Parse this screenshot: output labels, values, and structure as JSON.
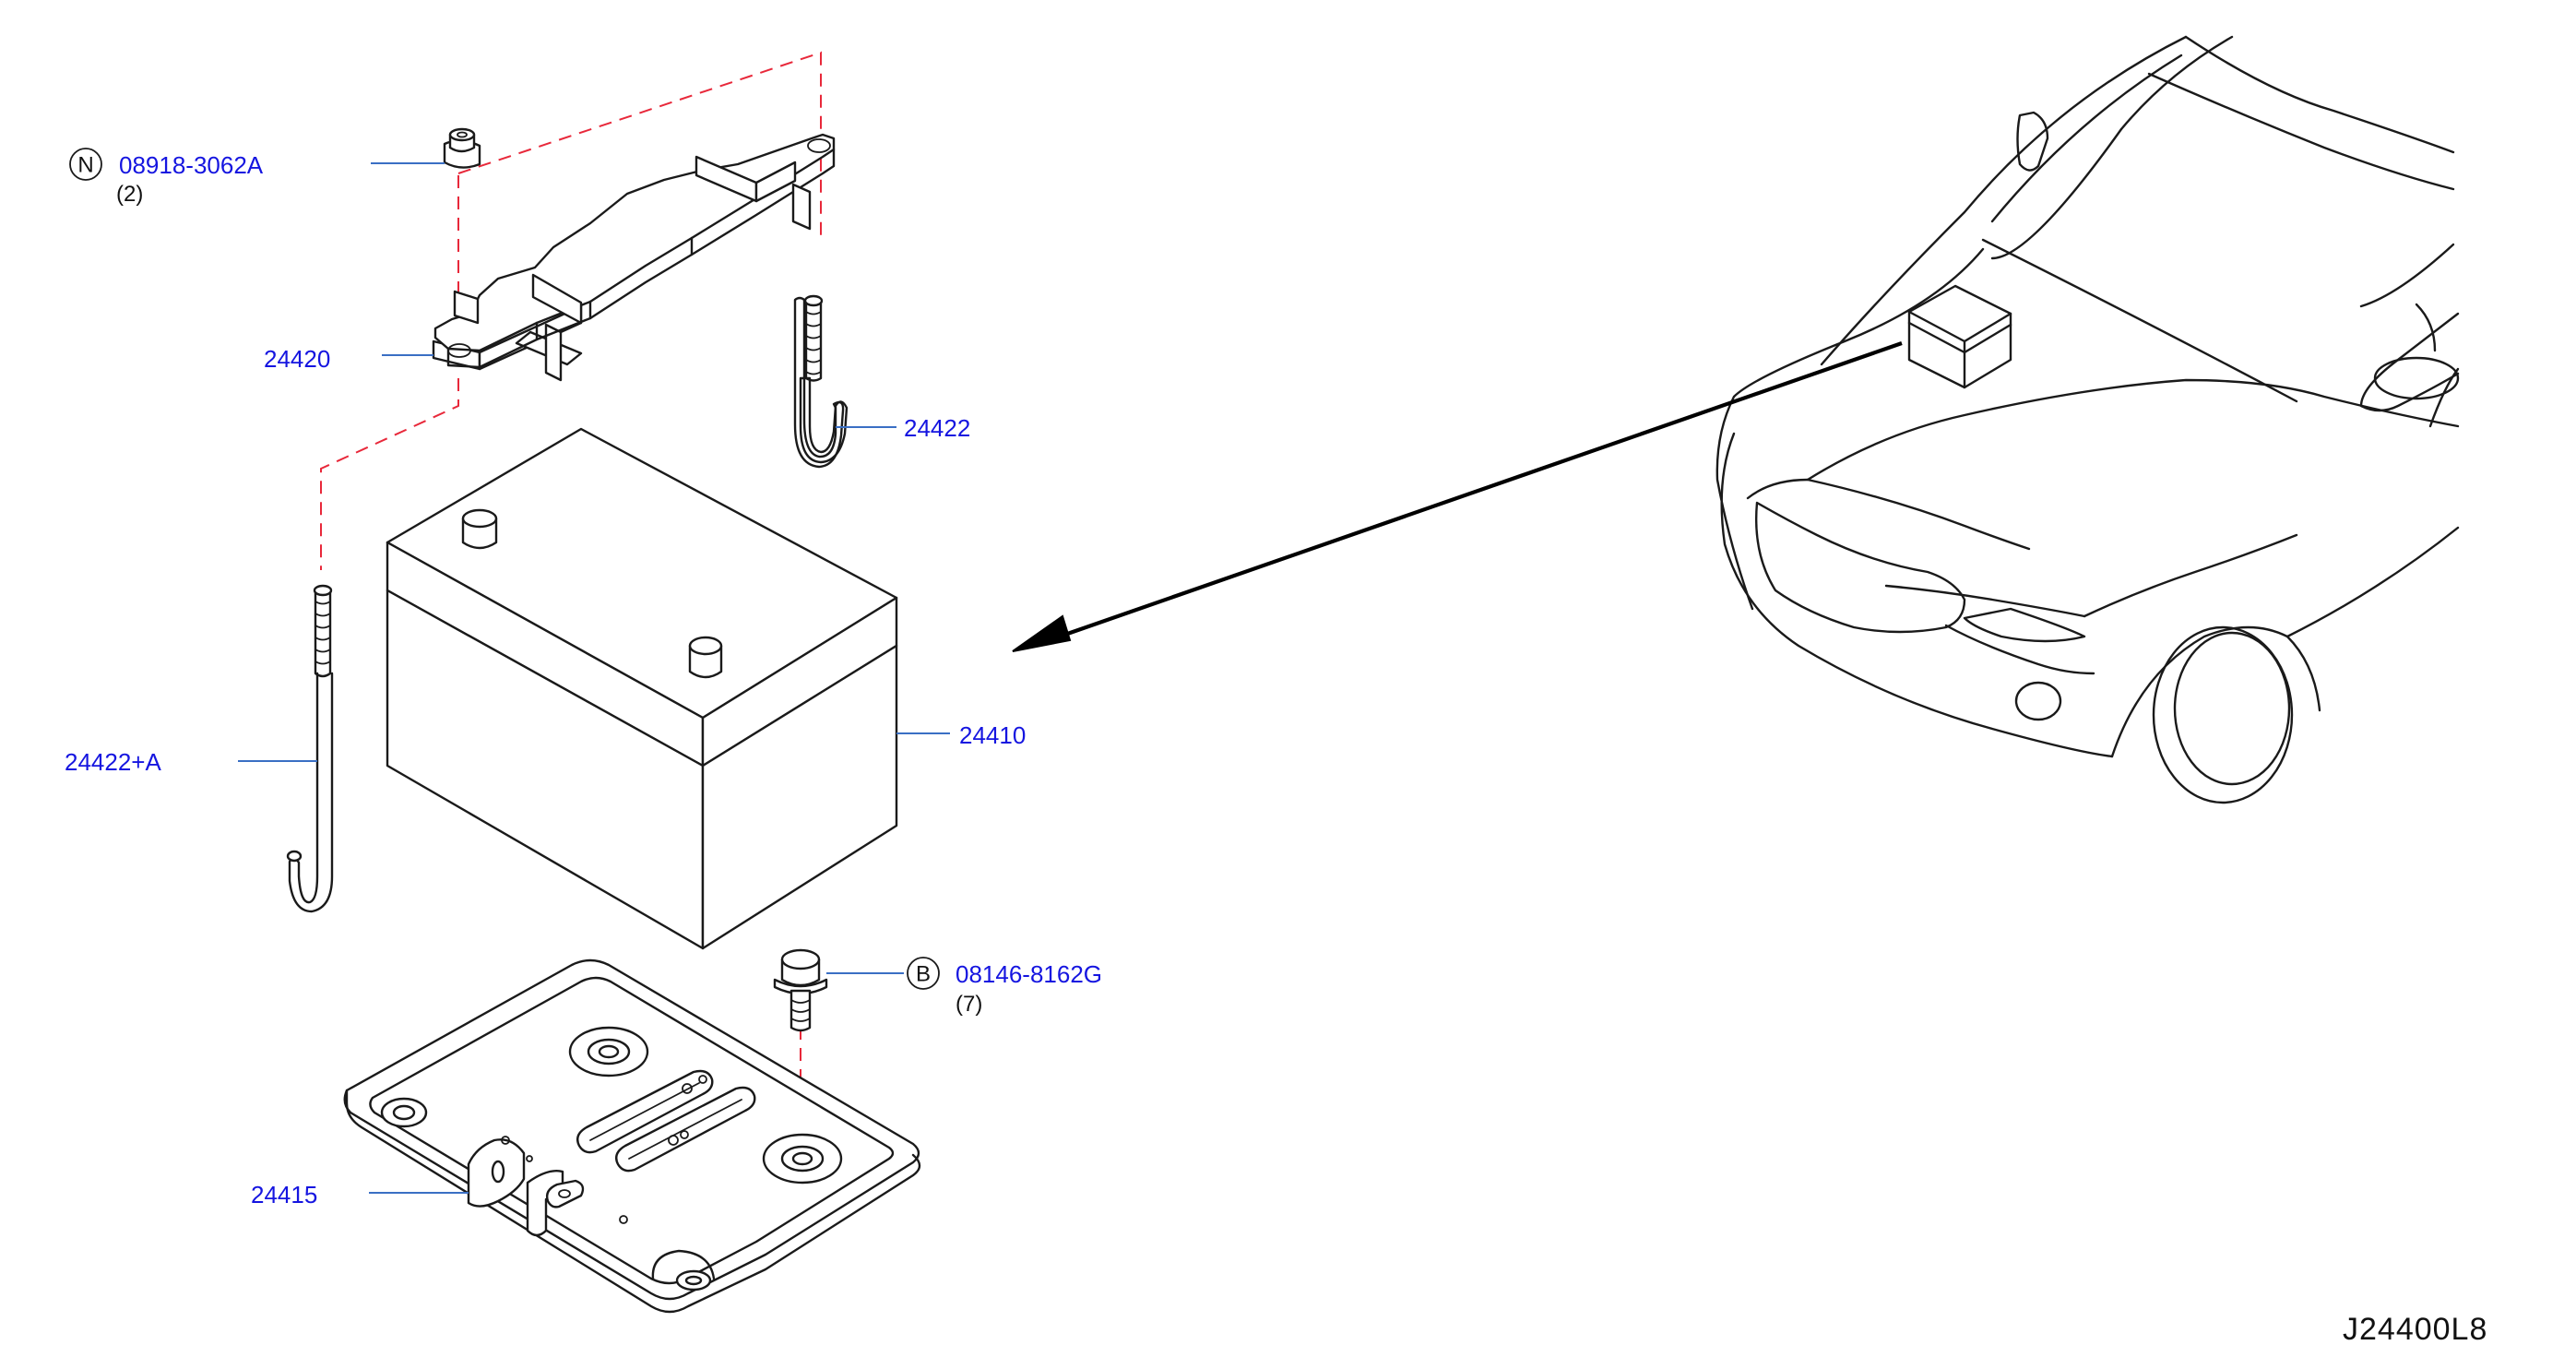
{
  "diagram_id": "J24400L8",
  "parts": [
    {
      "key": "nut",
      "part_no": "08918-3062A",
      "symbol": "N",
      "qty": "(2)"
    },
    {
      "key": "frame",
      "part_no": "24420"
    },
    {
      "key": "rod",
      "part_no": "24422"
    },
    {
      "key": "rod_a",
      "part_no": "24422+A"
    },
    {
      "key": "battery",
      "part_no": "24410"
    },
    {
      "key": "bolt",
      "part_no": "08146-8162G",
      "symbol": "B",
      "qty": "(7)"
    },
    {
      "key": "tray",
      "part_no": "24415"
    }
  ],
  "colors": {
    "label": "#1515e0",
    "leader": "#3a6fc4",
    "dashed_guide": "#e8283a",
    "line_art": "#1a1a1a"
  }
}
